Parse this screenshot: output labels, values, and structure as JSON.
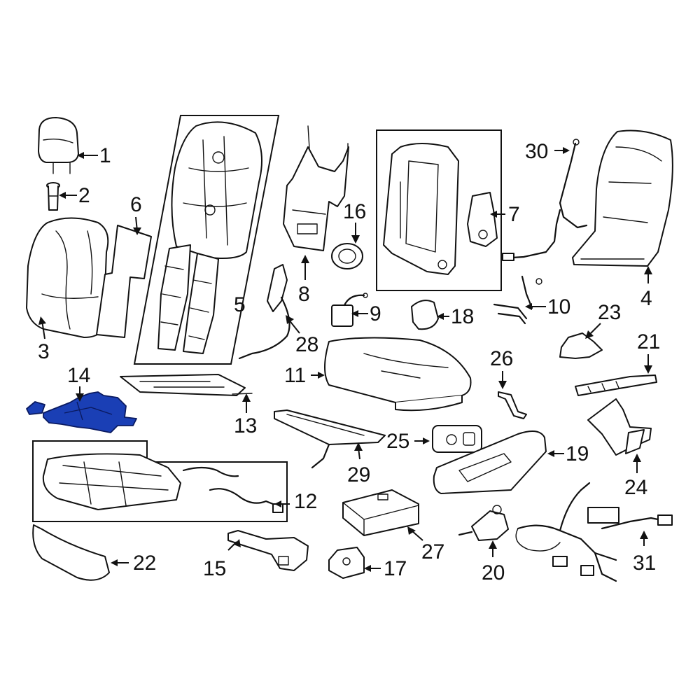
{
  "colors": {
    "line": "#111111",
    "highlight": "#1a3fb5",
    "background": "#ffffff"
  },
  "callouts": [
    {
      "id": "1",
      "label": "1"
    },
    {
      "id": "2",
      "label": "2"
    },
    {
      "id": "3",
      "label": "3"
    },
    {
      "id": "4",
      "label": "4"
    },
    {
      "id": "5",
      "label": "5"
    },
    {
      "id": "6",
      "label": "6"
    },
    {
      "id": "7",
      "label": "7"
    },
    {
      "id": "8",
      "label": "8"
    },
    {
      "id": "9",
      "label": "9"
    },
    {
      "id": "10",
      "label": "10"
    },
    {
      "id": "11",
      "label": "11"
    },
    {
      "id": "12",
      "label": "12"
    },
    {
      "id": "13",
      "label": "13"
    },
    {
      "id": "14",
      "label": "14"
    },
    {
      "id": "15",
      "label": "15"
    },
    {
      "id": "16",
      "label": "16"
    },
    {
      "id": "17",
      "label": "17"
    },
    {
      "id": "18",
      "label": "18"
    },
    {
      "id": "19",
      "label": "19"
    },
    {
      "id": "20",
      "label": "20"
    },
    {
      "id": "21",
      "label": "21"
    },
    {
      "id": "22",
      "label": "22"
    },
    {
      "id": "23",
      "label": "23"
    },
    {
      "id": "24",
      "label": "24"
    },
    {
      "id": "25",
      "label": "25"
    },
    {
      "id": "26",
      "label": "26"
    },
    {
      "id": "27",
      "label": "27"
    },
    {
      "id": "28",
      "label": "28"
    },
    {
      "id": "29",
      "label": "29"
    },
    {
      "id": "30",
      "label": "30"
    },
    {
      "id": "31",
      "label": "31"
    }
  ],
  "highlighted_part": "14"
}
